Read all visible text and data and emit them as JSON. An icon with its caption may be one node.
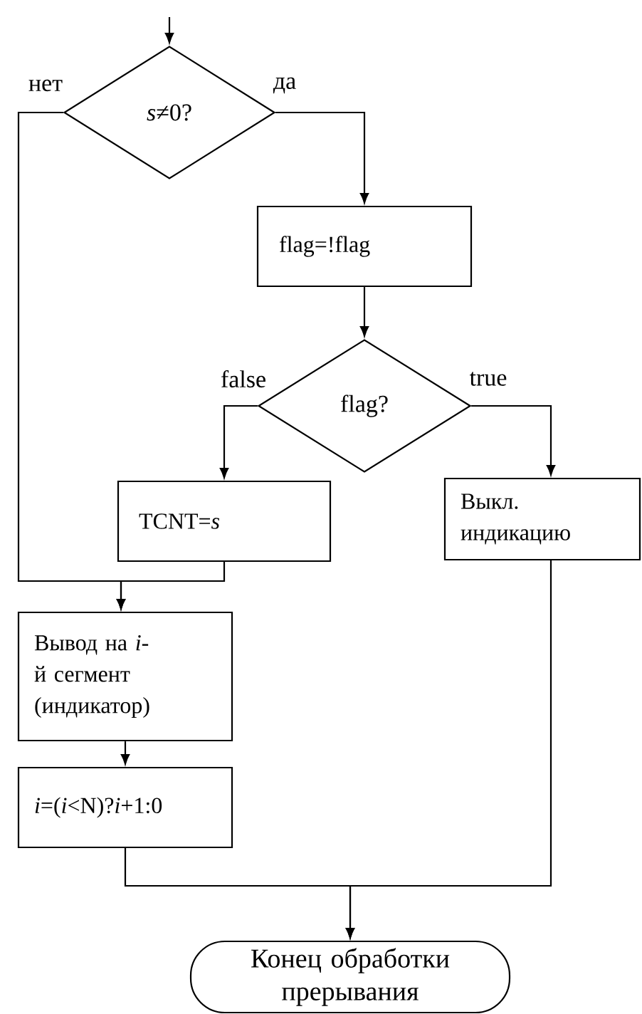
{
  "diagram": {
    "nodes": [
      {
        "text": [
          "*s*≠0?"
        ]
      },
      {
        "text": [
          "flag=!flag"
        ]
      },
      {
        "text": [
          "flag?"
        ]
      },
      {
        "text": [
          "TCNT=*s*"
        ]
      },
      {
        "text": [
          "Выкл. индикацию"
        ]
      },
      {
        "text": [
          "Вывод на *i*-й сегмент (индикатор)"
        ]
      },
      {
        "text": [
          "*i*=(*i*<N)?*i*+1:0"
        ]
      },
      {
        "text": [
          "Конец обработки прерывания"
        ]
      }
    ],
    "edges": [
      {
        "from": null,
        "to": 0,
        "arrow": "to"
      },
      {
        "from": 0,
        "to": 5,
        "arrow": "to",
        "label": "нет"
      },
      {
        "from": 0,
        "to": 1,
        "arrow": "to",
        "label": "да"
      },
      {
        "from": 1,
        "to": 2,
        "arrow": "to"
      },
      {
        "from": 2,
        "to": 3,
        "arrow": "to",
        "label": "false"
      },
      {
        "from": 2,
        "to": 4,
        "arrow": "to",
        "label": "true"
      },
      {
        "from": 3,
        "to": 5,
        "arrow": "to"
      },
      {
        "from": 5,
        "to": 6,
        "arrow": "to"
      },
      {
        "from": 6,
        "to": 7,
        "arrow": "to"
      },
      {
        "from": 4,
        "to": 7,
        "arrow": "to"
      }
    ]
  }
}
